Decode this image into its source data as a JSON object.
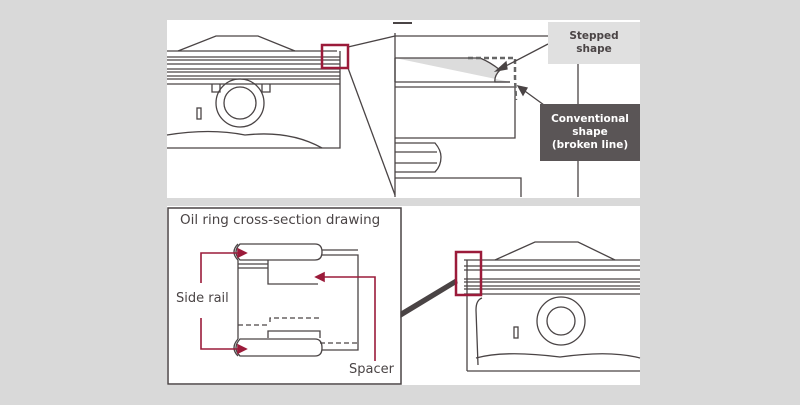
{
  "diagram": {
    "labels": {
      "stepped_shape": "Stepped\nshape",
      "conventional_shape": "Conventional\nshape\n(broken line)",
      "inset_title": "Oil ring cross-section drawing",
      "side_rail": "Side rail",
      "spacer": "Spacer"
    },
    "colors": {
      "background": "#d9d9d9",
      "panel": "#ffffff",
      "line": "#4a4445",
      "highlight": "#9b1b3a",
      "stepped_fill": "#dcdcdc",
      "callout_dark": "#5a5556",
      "callout_light": "#e0e0e0"
    }
  }
}
